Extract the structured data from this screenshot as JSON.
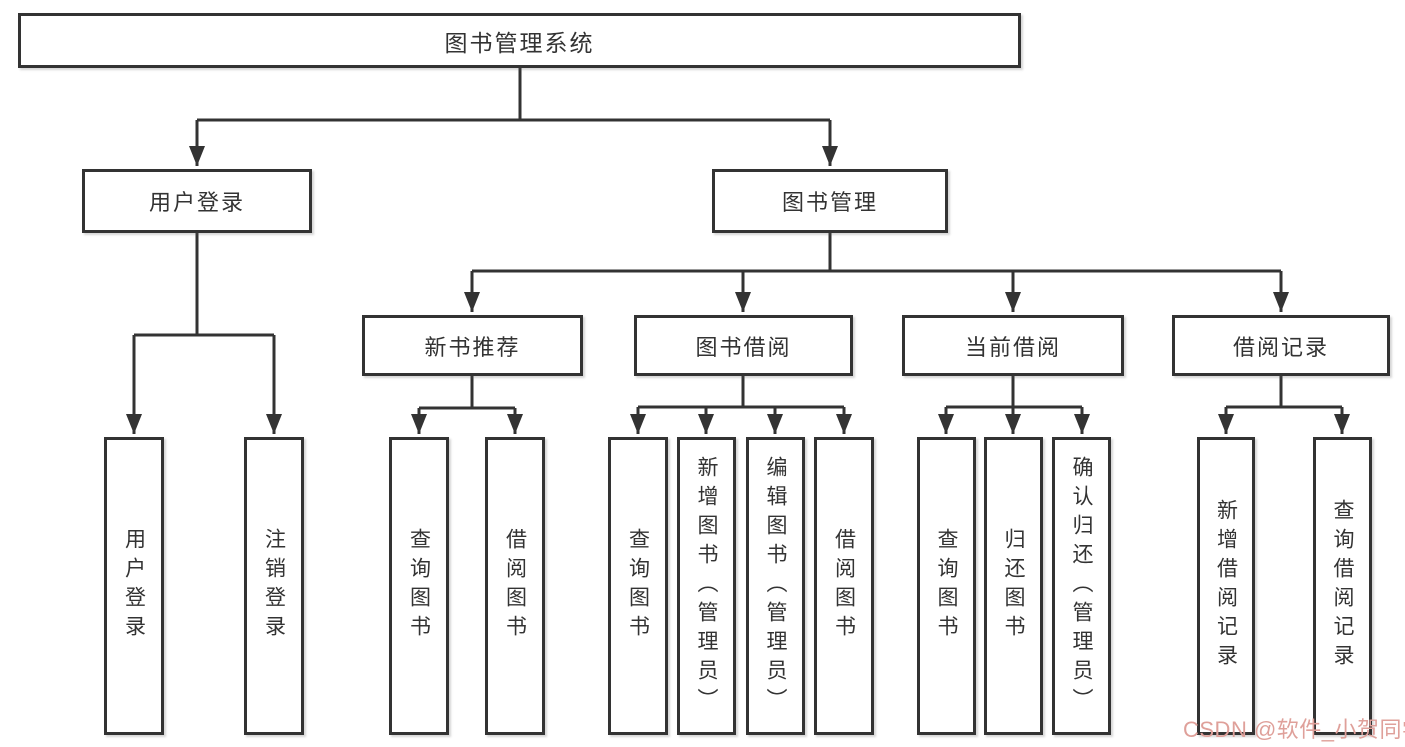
{
  "colors": {
    "line": "#333333",
    "box_border": "#333333",
    "text": "#333333",
    "background": "#ffffff",
    "watermark": "#dfa09a"
  },
  "tree": {
    "root": {
      "label": "图书管理系统"
    },
    "branches": [
      {
        "label": "用户登录",
        "children": [
          {
            "label": "用户登录"
          },
          {
            "label": "注销登录"
          }
        ]
      },
      {
        "label": "图书管理",
        "groups": [
          {
            "label": "新书推荐",
            "children": [
              {
                "label": "查询图书"
              },
              {
                "label": "借阅图书"
              }
            ]
          },
          {
            "label": "图书借阅",
            "children": [
              {
                "label": "查询图书"
              },
              {
                "label": "新增图书（管理员）"
              },
              {
                "label": "编辑图书（管理员）"
              },
              {
                "label": "借阅图书"
              }
            ]
          },
          {
            "label": "当前借阅",
            "children": [
              {
                "label": "查询图书"
              },
              {
                "label": "归还图书"
              },
              {
                "label": "确认归还（管理员）"
              }
            ]
          },
          {
            "label": "借阅记录",
            "children": [
              {
                "label": "新增借阅记录"
              },
              {
                "label": "查询借阅记录"
              }
            ]
          }
        ]
      }
    ]
  },
  "watermark": {
    "text": "CSDN @软件_小贺同学"
  }
}
